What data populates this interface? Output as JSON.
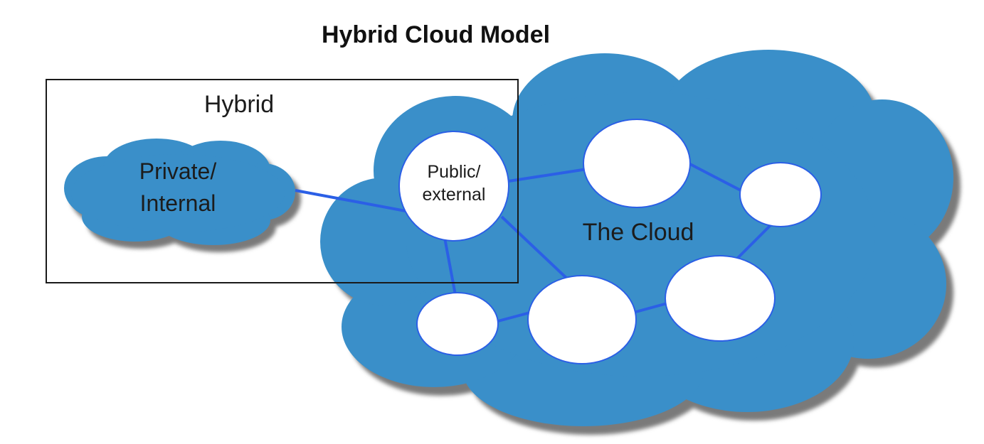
{
  "title": "Hybrid Cloud Model",
  "hybrid_box_label": "Hybrid",
  "private_cloud_label": [
    "Private/",
    "Internal"
  ],
  "public_node_label": [
    "Public/",
    "external"
  ],
  "public_cloud_label": "The Cloud",
  "colors": {
    "cloud_fill": "#3a8fc9",
    "cloud_shadow": "#7a7a7a",
    "link_line": "#2b5fe6",
    "node_fill": "#ffffff",
    "box_stroke": "#1a1a1a"
  }
}
